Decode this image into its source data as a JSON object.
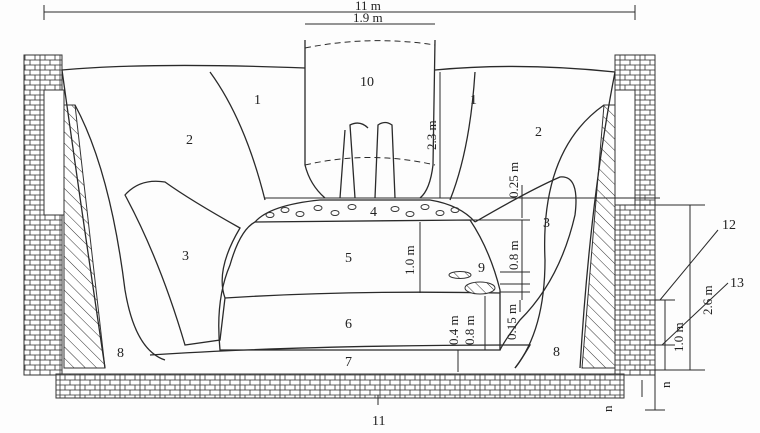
{
  "dimensions": {
    "total_width": "11 m",
    "electrode_width": "1.9 m",
    "electrode_height": "2.3 m",
    "top_layer": "0.25 m",
    "upper_right": "0.8 m",
    "zone5_height": "1.0 m",
    "lower_a": "0.4 m",
    "lower_b": "0.8 m",
    "gap": "0.15 m",
    "bath_height": "2.6 m",
    "tap_height": "1.0 m",
    "bottom_a": "n",
    "bottom_b": "n"
  },
  "zone_labels": {
    "z1_left": "1",
    "z1_right": "1",
    "z2_left": "2",
    "z2_right": "2",
    "z3_left": "3",
    "z3_right": "3",
    "z4": "4",
    "z5": "5",
    "z6": "6",
    "z7": "7",
    "z8_left": "8",
    "z8_right": "8",
    "z9": "9",
    "z10": "10",
    "z11": "11",
    "z12": "12",
    "z13": "13"
  }
}
